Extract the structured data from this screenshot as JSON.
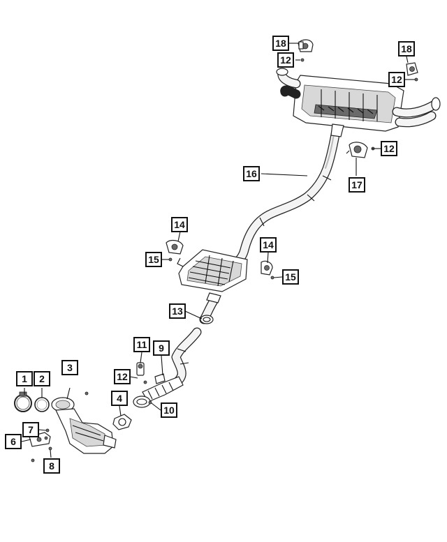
{
  "callouts": [
    {
      "label": "18"
    },
    {
      "label": "12"
    },
    {
      "label": "18"
    },
    {
      "label": "12"
    },
    {
      "label": "12"
    },
    {
      "label": "16"
    },
    {
      "label": "17"
    },
    {
      "label": "14"
    },
    {
      "label": "15"
    },
    {
      "label": "14"
    },
    {
      "label": "15"
    },
    {
      "label": "13"
    },
    {
      "label": "11"
    },
    {
      "label": "9"
    },
    {
      "label": "12"
    },
    {
      "label": "4"
    },
    {
      "label": "10"
    },
    {
      "label": "1"
    },
    {
      "label": "2"
    },
    {
      "label": "3"
    },
    {
      "label": "7"
    },
    {
      "label": "6"
    },
    {
      "label": "8"
    }
  ]
}
